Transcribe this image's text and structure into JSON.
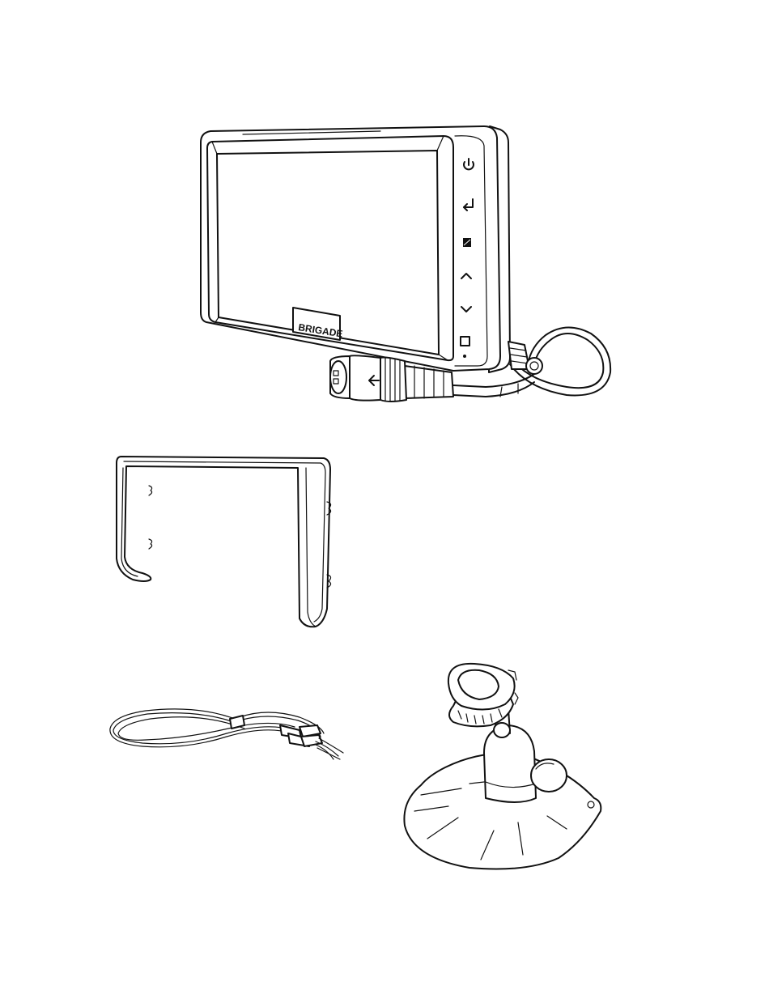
{
  "monitor": {
    "brand_label": "BRIGADE",
    "buttons": [
      "power-icon",
      "enter-icon",
      "menu-icon",
      "up-arrow-icon",
      "down-arrow-icon",
      "square-icon"
    ],
    "connector_arrow": "left-arrow-icon"
  },
  "items": [
    "monitor",
    "sun-visor-hood",
    "cable-harness",
    "suction-base-mount"
  ],
  "colors": {
    "line": "#111111",
    "background": "#ffffff"
  }
}
